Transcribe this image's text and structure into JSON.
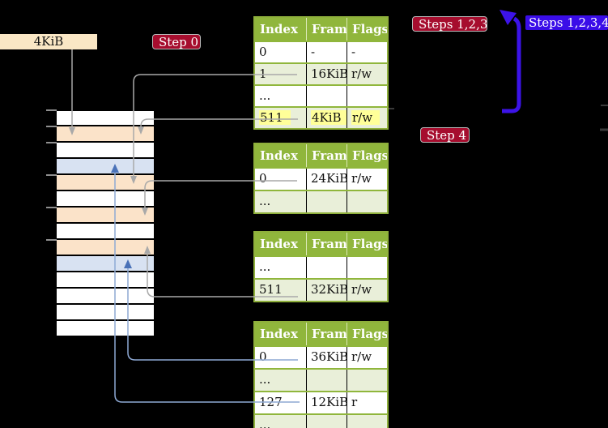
{
  "labels": {
    "page_size_label": "4KiB"
  },
  "badges": {
    "step0": "Step 0",
    "steps123": "Steps 1,2,3",
    "steps1234": "Steps 1,2,3,4",
    "step4": "Step 4"
  },
  "table_headers": [
    "Index",
    "Frame",
    "Flags"
  ],
  "tables": {
    "t1": {
      "rows": [
        [
          "0",
          "-",
          "-"
        ],
        [
          "1",
          "16KiB",
          "r/w"
        ],
        [
          "...",
          "",
          ""
        ],
        [
          "511",
          "4KiB",
          "r/w"
        ]
      ],
      "highlighted_row": 3
    },
    "t2": {
      "rows": [
        [
          "0",
          "24KiB",
          "r/w"
        ],
        [
          "...",
          "",
          ""
        ]
      ]
    },
    "t3": {
      "rows": [
        [
          "...",
          "",
          ""
        ],
        [
          "511",
          "32KiB",
          "r/w"
        ]
      ]
    },
    "t4": {
      "rows": [
        [
          "0",
          "36KiB",
          "r/w"
        ],
        [
          "...",
          "",
          ""
        ],
        [
          "127",
          "12KiB",
          "r"
        ],
        [
          "...",
          "",
          ""
        ]
      ]
    }
  },
  "memory": {
    "row_colors": [
      "white",
      "peach",
      "white",
      "blue",
      "peach",
      "white",
      "peach",
      "white",
      "peach",
      "blue",
      "white",
      "white",
      "white",
      "white"
    ]
  },
  "colors": {
    "table_header_green": "#90B63C",
    "table_row_green": "#E9EFD9",
    "highlight_yellow": "#FFFF99",
    "badge_red": "#A60D2E",
    "badge_blue": "#3A0DE8",
    "memory_peach": "#FBE3C9",
    "memory_blue": "#D8E2F2",
    "label_wheat": "#FAE7C5",
    "connector_gray": "#A9A9A9",
    "connector_blue": "#8EA9D4",
    "connector_blue_arrow": "#4A72B8",
    "thick_arrow_blue": "#3C13E8"
  }
}
